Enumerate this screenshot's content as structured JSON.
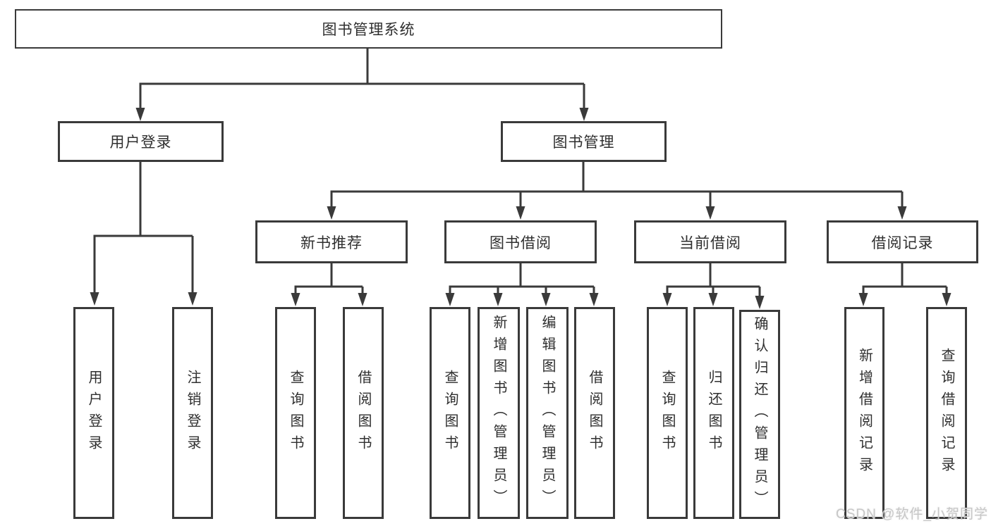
{
  "diagram": {
    "title": "图书管理系统",
    "type": "functional-structure-tree",
    "colors": {
      "line": "#3a3a3a",
      "box_border": "#3a3a3a",
      "box_bg": "#ffffff",
      "text": "#2f2f2f",
      "watermark": "#c6c6c6"
    },
    "tree": {
      "root": {
        "label": "图书管理系统"
      },
      "branches": [
        {
          "label": "用户登录",
          "children": [
            {
              "label": "用户登录"
            },
            {
              "label": "注销登录"
            }
          ]
        },
        {
          "label": "图书管理",
          "children": [
            {
              "label": "新书推荐",
              "children": [
                {
                  "label": "查询图书"
                },
                {
                  "label": "借阅图书"
                }
              ]
            },
            {
              "label": "图书借阅",
              "children": [
                {
                  "label": "查询图书"
                },
                {
                  "label": "新增图书（管理员）"
                },
                {
                  "label": "编辑图书（管理员）"
                },
                {
                  "label": "借阅图书"
                }
              ]
            },
            {
              "label": "当前借阅",
              "children": [
                {
                  "label": "查询图书"
                },
                {
                  "label": "归还图书"
                },
                {
                  "label": "确认归还（管理员）"
                }
              ]
            },
            {
              "label": "借阅记录",
              "children": [
                {
                  "label": "新增借阅记录"
                },
                {
                  "label": "查询借阅记录"
                }
              ]
            }
          ]
        }
      ]
    },
    "watermark": "CSDN @软件_小贺同学"
  }
}
